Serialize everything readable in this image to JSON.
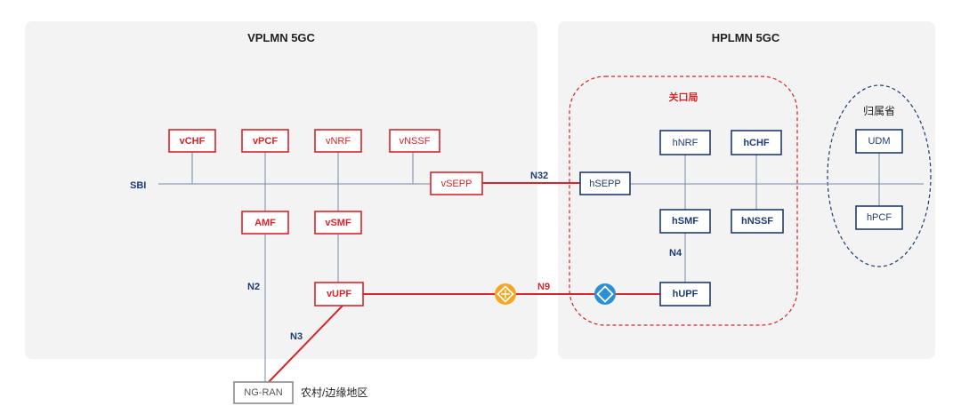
{
  "regions": {
    "vplmn_title": "VPLMN 5GC",
    "hplmn_title": "HPLMN 5GC",
    "gateway_title": "关口局",
    "province_title": "归属省",
    "rural_label": "农村/边缘地区"
  },
  "interfaces": {
    "sbi": "SBI",
    "n32": "N32",
    "n9": "N9",
    "n2": "N2",
    "n3": "N3",
    "n4": "N4"
  },
  "nodes": {
    "vchf": "vCHF",
    "vpcf": "vPCF",
    "vnrf": "vNRF",
    "vnssf": "vNSSF",
    "vsepp": "vSEPP",
    "amf": "AMF",
    "vsmf": "vSMF",
    "vupf": "vUPF",
    "ngran": "NG-RAN",
    "hsepp": "hSEPP",
    "hnrf": "hNRF",
    "hchf": "hCHF",
    "hsmf": "hSMF",
    "hnssf": "hNSSF",
    "hupf": "hUPF",
    "udm": "UDM",
    "hpcf": "hPCF"
  },
  "colors": {
    "red": "#d6252b",
    "navy": "#1f3b73",
    "panel": "#f3f3f3",
    "orange_node": "#f5a623",
    "blue_node": "#2a8fd8"
  },
  "icons": {
    "firewall": "orange-diamond-icon",
    "router": "blue-diamond-icon"
  }
}
